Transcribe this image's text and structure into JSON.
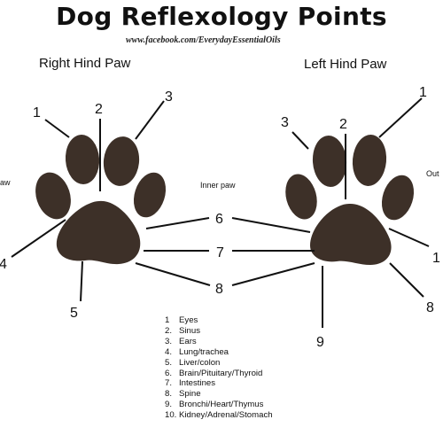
{
  "title": "Dog Reflexology Points",
  "source": "www.facebook.com/EverydayEssentialOils",
  "paws": {
    "right_label": "Right Hind Paw",
    "left_label": "Left Hind Paw"
  },
  "side_labels": {
    "outer_left": "aw",
    "inner": "Inner paw",
    "outer_right": "Out"
  },
  "point_numbers": {
    "right_1": "1",
    "right_2": "2",
    "right_3": "3",
    "right_4": "4",
    "right_5": "5",
    "center_6": "6",
    "center_7": "7",
    "center_8": "8",
    "left_1": "1",
    "left_2": "2",
    "left_3": "3",
    "left_8": "8",
    "left_9": "9"
  },
  "legend": [
    {
      "n": "1",
      "text": "Eyes"
    },
    {
      "n": "2.",
      "text": "Sinus"
    },
    {
      "n": "3.",
      "text": "Ears"
    },
    {
      "n": "4.",
      "text": "Lung/trachea"
    },
    {
      "n": "5.",
      "text": "Liver/colon"
    },
    {
      "n": "6.",
      "text": "Brain/Pituitary/Thyroid"
    },
    {
      "n": "7.",
      "text": "Intestines"
    },
    {
      "n": "8.",
      "text": "Spine"
    },
    {
      "n": "9.",
      "text": "Bronchi/Heart/Thymus"
    },
    {
      "n": "10.",
      "text": "Kidney/Adrenal/Stomach"
    }
  ],
  "colors": {
    "pad": "#3d3028",
    "line": "#111111"
  }
}
